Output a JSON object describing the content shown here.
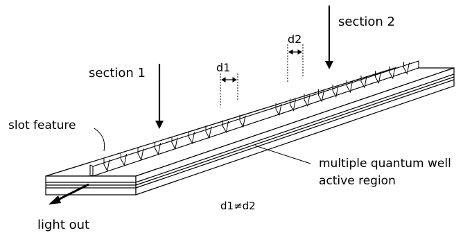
{
  "labels": {
    "section1": "section 1",
    "section2": "section 2",
    "d1": "d1",
    "d2": "d2",
    "slot_feature": "slot feature",
    "mqw_line1": "multiple quantum well",
    "mqw_line2": "active region",
    "d1_neq_d2": "d1≠d2",
    "light_out": "light out"
  },
  "colors": {
    "stroke": "#000000",
    "background": "#ffffff"
  }
}
